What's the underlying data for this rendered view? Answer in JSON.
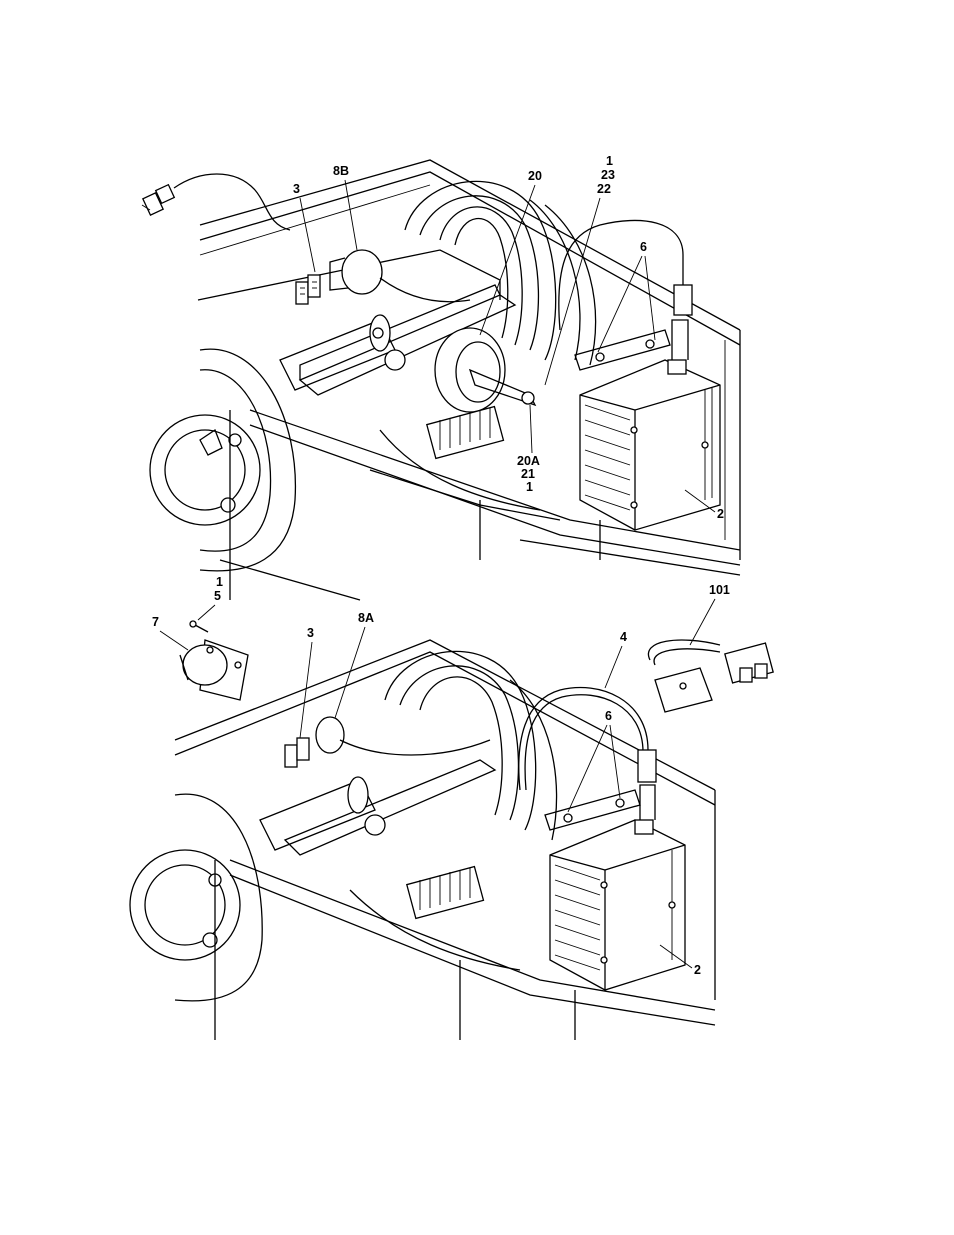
{
  "views": [
    {
      "name": "upper-view",
      "callouts": [
        {
          "id": "3",
          "text": "3"
        },
        {
          "id": "8B",
          "text": "8B"
        },
        {
          "id": "20",
          "text": "20"
        },
        {
          "id": "1-top",
          "text": "1"
        },
        {
          "id": "23",
          "text": "23"
        },
        {
          "id": "22",
          "text": "22"
        },
        {
          "id": "6-top",
          "text": "6"
        },
        {
          "id": "20A",
          "text": "20A"
        },
        {
          "id": "21",
          "text": "21"
        },
        {
          "id": "1-mid",
          "text": "1"
        },
        {
          "id": "2-top",
          "text": "2"
        }
      ]
    },
    {
      "name": "lower-view",
      "callouts": [
        {
          "id": "1-low",
          "text": "1"
        },
        {
          "id": "5",
          "text": "5"
        },
        {
          "id": "7",
          "text": "7"
        },
        {
          "id": "3-low",
          "text": "3"
        },
        {
          "id": "8A",
          "text": "8A"
        },
        {
          "id": "4",
          "text": "4"
        },
        {
          "id": "101",
          "text": "101"
        },
        {
          "id": "6-low",
          "text": "6"
        },
        {
          "id": "2-low",
          "text": "2"
        }
      ]
    }
  ]
}
